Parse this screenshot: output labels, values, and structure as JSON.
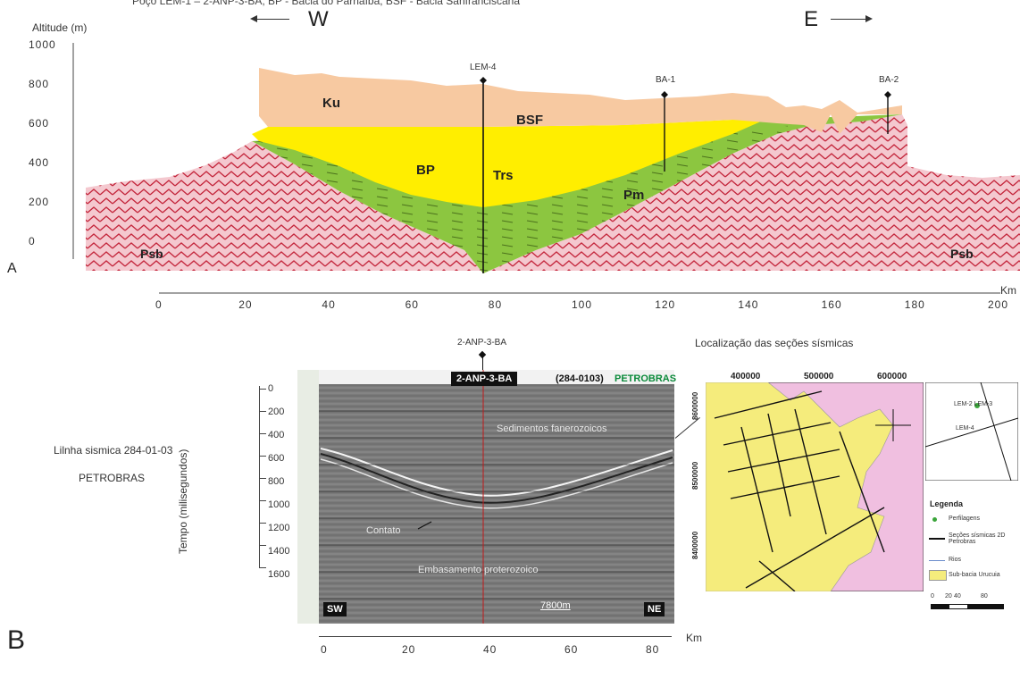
{
  "top_caption": "Poço LEM-1 – 2-ANP-3-BA, BP - Bacia do Parnaíba; BSF - Bacia Sanfranciscana",
  "directions": {
    "west": "W",
    "east": "E"
  },
  "section_a": {
    "panel_label": "A",
    "y_axis_title": "Altitude (m)",
    "y_ticks": [
      "1000",
      "800",
      "600",
      "400",
      "200",
      "0"
    ],
    "x_unit": "Km",
    "x_ticks": [
      "0",
      "20",
      "40",
      "60",
      "80",
      "100",
      "120",
      "140",
      "160",
      "180",
      "200"
    ],
    "units": [
      "Ku",
      "BSF",
      "BP",
      "Trs",
      "Pm",
      "Psb",
      "Psb"
    ],
    "wells": [
      "LEM-4",
      "BA-1",
      "BA-2"
    ],
    "colors": {
      "Ku": "#f7c9a1",
      "BP": "#ffee00",
      "Pm": "#8cc640",
      "Psb": "#f4c8cf",
      "Psb_pattern": "#c3243a"
    }
  },
  "section_b": {
    "panel_label": "B",
    "caption_line1": "Lilnha sismica 284-01-03",
    "caption_line2": "PETROBRAS",
    "y_axis_title": "Tempo (milisegundos)",
    "time_ticks": [
      "0",
      "200",
      "400",
      "600",
      "800",
      "1000",
      "1200",
      "1400",
      "1600"
    ],
    "well_top": "2-ANP-3-BA",
    "well_box": "2-ANP-3-BA",
    "line_code": "(284-0103)",
    "company": "PETROBRAS",
    "labels": {
      "sed": "Sedimentos fanerozoicos",
      "contact": "Contato",
      "basement": "Embasamento proterozoico"
    },
    "corners": {
      "left": "SW",
      "right": "NE"
    },
    "scale": "7800m",
    "x_unit": "Km",
    "x_ticks": [
      "0",
      "20",
      "40",
      "60",
      "80"
    ]
  },
  "map": {
    "title": "Localização das seções sísmicas",
    "x_ticks": [
      "400000",
      "500000",
      "600000"
    ],
    "y_ticks": [
      "8600000",
      "8500000",
      "8400000"
    ],
    "inset_labels": [
      "LEM-2 LEM-3",
      "LEM-4"
    ],
    "legend_title": "Legenda",
    "legend_items": [
      "Perfilagens",
      "Seções sísmicas 2D Petrobras",
      "Rios",
      "Sub-bacia Urucuia"
    ],
    "scale_ticks": [
      "0",
      "20",
      "40",
      "80"
    ],
    "colors": {
      "basin": "#f5ec7c",
      "outside": "#f0bfe0"
    }
  }
}
